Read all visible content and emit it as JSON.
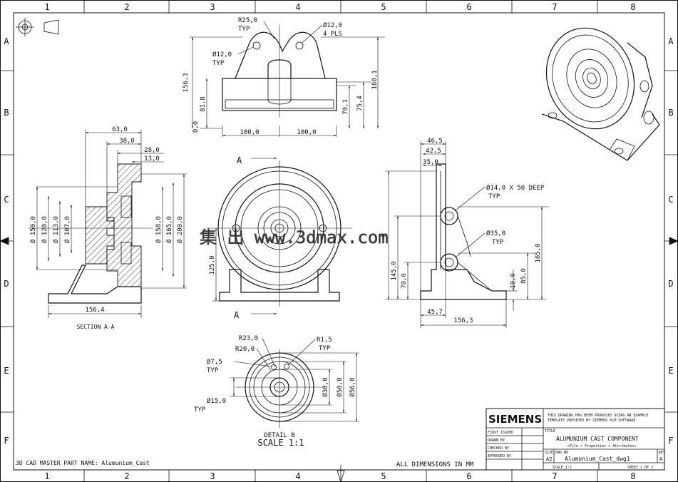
{
  "sheet": {
    "columns": [
      "1",
      "2",
      "3",
      "4",
      "5",
      "6",
      "7",
      "8"
    ],
    "rows": [
      "A",
      "B",
      "C",
      "D",
      "E",
      "F"
    ]
  },
  "top_view": {
    "dims": {
      "r25_typ": "R25,0",
      "typ1": "TYP",
      "d12_4pls": "Ø12,0",
      "pls": "4 PLS",
      "d12_typ": "Ø12,0",
      "typ2": "TYP",
      "h156": "156,3",
      "h81": "81,8",
      "h0": "0,0",
      "h160": "160,1",
      "h75": "75,4",
      "h70": "70,1",
      "w100a": "100,0",
      "w100b": "100,0"
    }
  },
  "section_aa": {
    "label": "SECTION A-A",
    "dims": {
      "w63": "63,0",
      "w38": "38,0",
      "w28": "28,0",
      "w13": "13,0",
      "d150": "Ø 150,0",
      "d120": "Ø 120,0",
      "d113": "Ø 113,0",
      "d107": "Ø 107,0",
      "d158": "Ø 158,0",
      "d165": "Ø 165,0",
      "d200": "Ø 200,0",
      "w156": "156,4"
    }
  },
  "front_view": {
    "section_mark": "A",
    "section_mark2": "A",
    "dims": {
      "h125": "125,0"
    }
  },
  "side_view": {
    "dims": {
      "w46": "46,5",
      "w42": "42,5",
      "w35": "35,0",
      "d14": "Ø14,0 X 50 DEEP",
      "typ1": "TYP",
      "d35": "Ø35,0",
      "typ2": "TYP",
      "h145": "145,0",
      "h70": "70,0",
      "h165": "165,0",
      "h85": "85,0",
      "h10": "10,0",
      "h_partial": "0",
      "w45": "45,7",
      "w156": "156,3"
    }
  },
  "detail_b": {
    "label": "DETAIL B",
    "scale": "SCALE 1:1",
    "dims": {
      "r23": "R23,0",
      "r20": "R20,0",
      "r15": "R1,5",
      "typ1": "TYP",
      "d7": "Ø7,5",
      "typ2": "TYP",
      "d15": "Ø15,0",
      "typ3": "TYP",
      "d30": "Ø30,0",
      "d50": "Ø50,0",
      "d56": "Ø56,0"
    }
  },
  "watermark": "集 出 www.3dmax.com",
  "footer": {
    "part_name": "3D CAD MASTER PART NAME: Alumunium_Cast",
    "all_dims": "ALL DIMENSIONS IN MM"
  },
  "title_block": {
    "brand": "SIEMENS",
    "note_line1": "THIS DRAWING HAS BEEN PRODUCED USING AN EXAMPLE",
    "note_line2": "TEMPLATE PROVIDED BY SIEMENS PLM SOFTWARE",
    "first_issued": "FIRST ISSUED",
    "drawn_by": "DRAWN BY",
    "checked_by": "CHECKED BY",
    "approved_by": "APPROVED BY",
    "title_label": "TITLE",
    "title": "ALUMUNIUM CAST COMPONENT",
    "attr_note": "<File > Properties > Attributes>",
    "size_label": "SIZE",
    "size": "A2",
    "dwg_label": "DWG NO",
    "dwg_no": "Alumunium_Cast_dwg1",
    "rev_label": "REV",
    "rev": "A",
    "scale": "SCALE 1:1",
    "sheet": "SHEET 1 OF 2"
  }
}
